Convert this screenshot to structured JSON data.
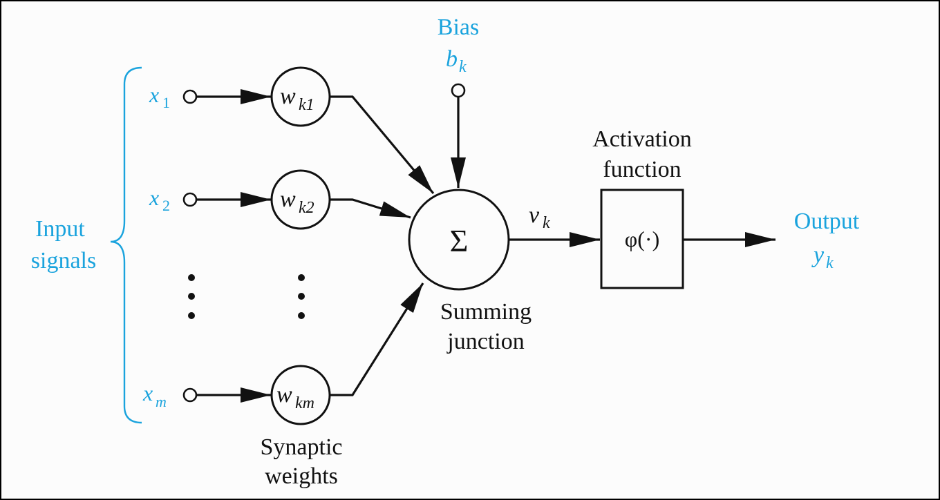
{
  "diagram": {
    "title": "Nonlinear model of a neuron",
    "colors": {
      "accent": "#1aa3dd",
      "ink": "#111111",
      "background": "#fcfcfc"
    },
    "input_group_label": [
      "Input",
      "signals"
    ],
    "inputs": [
      {
        "var": "x",
        "sub": "1",
        "weight_var": "w",
        "weight_sub": "k1"
      },
      {
        "var": "x",
        "sub": "2",
        "weight_var": "w",
        "weight_sub": "k2"
      },
      {
        "var": "x",
        "sub": "m",
        "weight_var": "w",
        "weight_sub": "km"
      }
    ],
    "ellipsis": "⋮",
    "weights_label": [
      "Synaptic",
      "weights"
    ],
    "bias": {
      "label": "Bias",
      "var": "b",
      "sub": "k"
    },
    "summing": {
      "symbol": "Σ",
      "label": [
        "Summing",
        "junction"
      ]
    },
    "induced_field": {
      "var": "v",
      "sub": "k"
    },
    "activation": {
      "label": [
        "Activation",
        "function"
      ],
      "symbol": "φ(·)"
    },
    "output": {
      "label": "Output",
      "var": "y",
      "sub": "k"
    }
  }
}
